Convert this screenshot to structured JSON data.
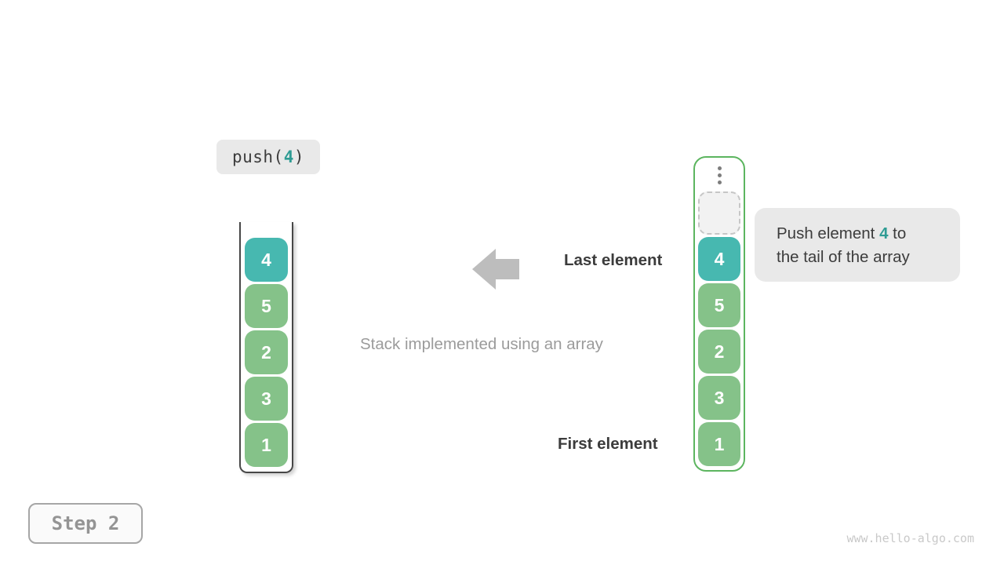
{
  "operation": {
    "prefix": "push(",
    "value": "4",
    "suffix": ")"
  },
  "left_stack": {
    "values": [
      "4",
      "5",
      "2",
      "3",
      "1"
    ]
  },
  "right_stack": {
    "ellipsis_icon": "vertical-ellipsis",
    "values": [
      "4",
      "5",
      "2",
      "3",
      "1"
    ]
  },
  "labels": {
    "last_element": "Last element",
    "first_element": "First element",
    "caption": "Stack implemented using an array"
  },
  "callout": {
    "line1_prefix": "Push element ",
    "value": "4",
    "line1_suffix": " to",
    "line2": "the tail of the array"
  },
  "step_label": "Step 2",
  "watermark": "www.hello-algo.com",
  "colors": {
    "teal": "#47b8b0",
    "green": "#85c289",
    "accent_teal_text": "#2f9c94",
    "container_border_green": "#5cb55f",
    "container_border_dark": "#474747",
    "box_bg": "#e9e9e9",
    "dark_text": "#3c3c3c",
    "gray_text": "#9b9b9b",
    "arrow_gray": "#bdbdbd",
    "dot_gray": "#7d7d7d",
    "watermark_gray": "#c9c9c9"
  }
}
